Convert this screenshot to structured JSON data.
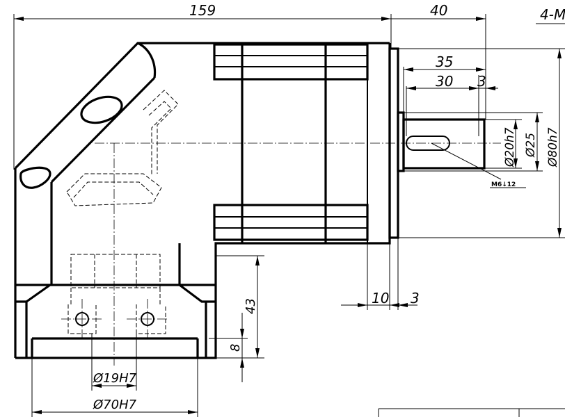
{
  "drawing": {
    "dims": {
      "overall_length": "159",
      "flange_length": "40",
      "note": "4-M",
      "shaft_length": "35",
      "key_length": "30",
      "key_offset": "3",
      "shaft_dia": "Ø20h7",
      "flange_dia": "Ø25",
      "pilot_dia": "Ø80h7",
      "tap": "M6↓12",
      "flange_thk": "10",
      "spigot": "3",
      "height": "43",
      "base_thk": "8",
      "bore_dia": "Ø19H7",
      "base_dia": "Ø70H7"
    }
  }
}
